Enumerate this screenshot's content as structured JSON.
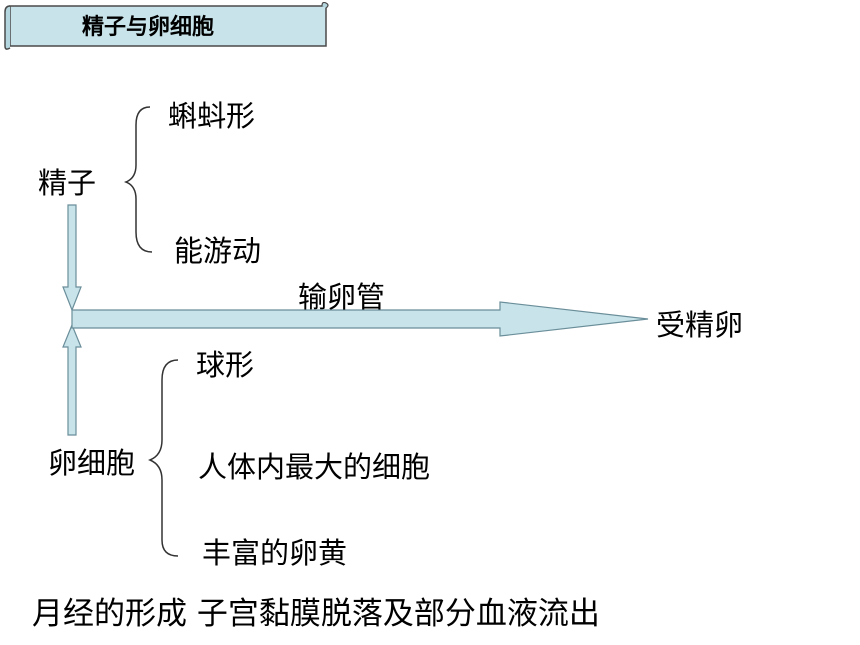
{
  "title": "精子与卵细胞",
  "sperm": {
    "label": "精子",
    "traits": [
      "蝌蚪形",
      "能游动"
    ]
  },
  "egg": {
    "label": "卵细胞",
    "traits": [
      "球形",
      "人体内最大的细胞",
      "丰富的卵黄"
    ]
  },
  "passage_label": "输卵管",
  "result_label": "受精卵",
  "footer": {
    "text": "月经的形成  子宫黏膜脱落及部分血液流出"
  },
  "colors": {
    "arrow_fill": "#c8e4ea",
    "arrow_stroke": "#6a8e9a",
    "banner_fill": "#c8e4ea"
  }
}
